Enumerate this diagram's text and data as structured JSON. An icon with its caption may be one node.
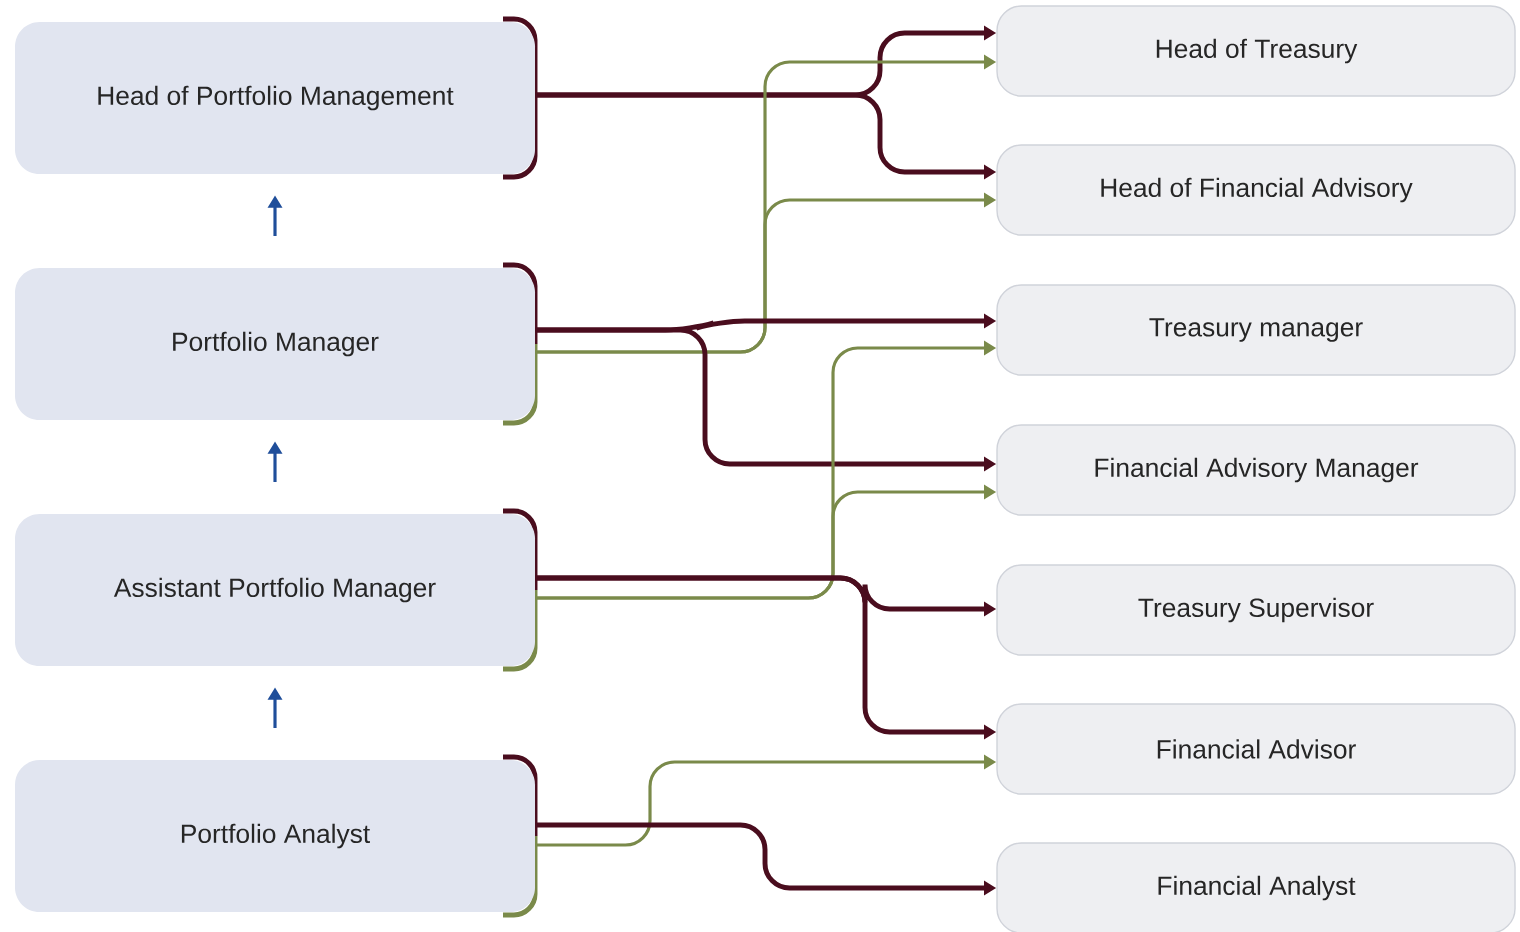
{
  "diagram": {
    "nodes": [
      {
        "text": [
          "Head of Portfolio Management"
        ]
      },
      {
        "text": [
          "Portfolio Manager"
        ]
      },
      {
        "text": [
          "Assistant Portfolio Manager"
        ]
      },
      {
        "text": [
          "Portfolio Analyst"
        ]
      },
      {
        "text": [
          "Head of Treasury"
        ]
      },
      {
        "text": [
          "Head of Financial Advisory"
        ]
      },
      {
        "text": [
          "Treasury manager"
        ]
      },
      {
        "text": [
          "Financial Advisory Manager"
        ]
      },
      {
        "text": [
          "Treasury Supervisor"
        ]
      },
      {
        "text": [
          "Financial Advisor"
        ]
      },
      {
        "text": [
          "Financial Analyst"
        ]
      }
    ],
    "edges": [
      {
        "from": 1,
        "to": 0,
        "arrow": "to",
        "color": "#1f4e9a"
      },
      {
        "from": 2,
        "to": 1,
        "arrow": "to",
        "color": "#1f4e9a"
      },
      {
        "from": 3,
        "to": 2,
        "arrow": "to",
        "color": "#1f4e9a"
      },
      {
        "from": 0,
        "to": 4,
        "arrow": "to"
      },
      {
        "from": 0,
        "to": 5,
        "arrow": "to"
      },
      {
        "from": 1,
        "to": 4,
        "arrow": "to",
        "color": "#7a8a4a"
      },
      {
        "from": 1,
        "to": 5,
        "arrow": "to",
        "color": "#7a8a4a"
      },
      {
        "from": 1,
        "to": 6,
        "arrow": "to"
      },
      {
        "from": 1,
        "to": 7,
        "arrow": "to"
      },
      {
        "from": 2,
        "to": 6,
        "arrow": "to",
        "color": "#7a8a4a"
      },
      {
        "from": 2,
        "to": 7,
        "arrow": "to",
        "color": "#7a8a4a"
      },
      {
        "from": 2,
        "to": 8,
        "arrow": "to"
      },
      {
        "from": 2,
        "to": 9,
        "arrow": "to"
      },
      {
        "from": 3,
        "to": 9,
        "arrow": "to",
        "color": "#7a8a4a"
      },
      {
        "from": 3,
        "to": 10,
        "arrow": "to"
      }
    ]
  }
}
